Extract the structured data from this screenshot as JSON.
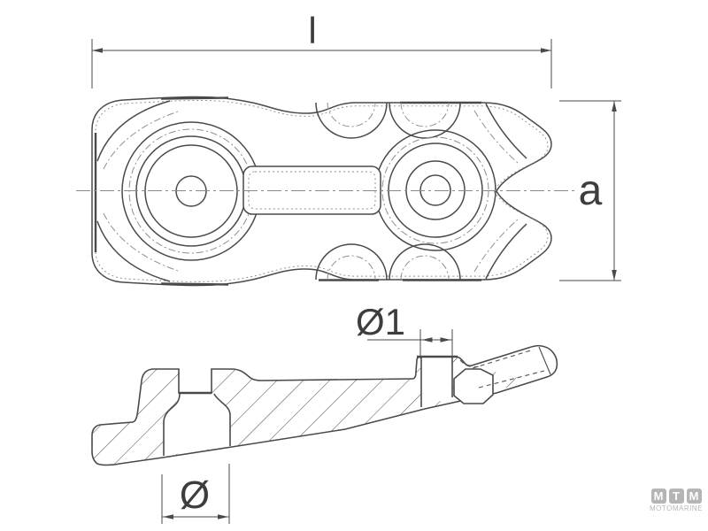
{
  "drawing": {
    "type": "technical-drawing",
    "dimensions": {
      "length_label": "l",
      "width_label": "a",
      "top_hole_label": "Ø1",
      "bottom_hole_label": "Ø"
    },
    "colors": {
      "line": "#4a4a4a",
      "thin_line": "#8f8f8f",
      "hatch": "#555555",
      "logo_gray": "#b5b5b5",
      "background": "#ffffff"
    }
  },
  "logo": {
    "tiles": [
      "M",
      "T",
      "M"
    ],
    "subtitle": "MOTOMARINE"
  }
}
